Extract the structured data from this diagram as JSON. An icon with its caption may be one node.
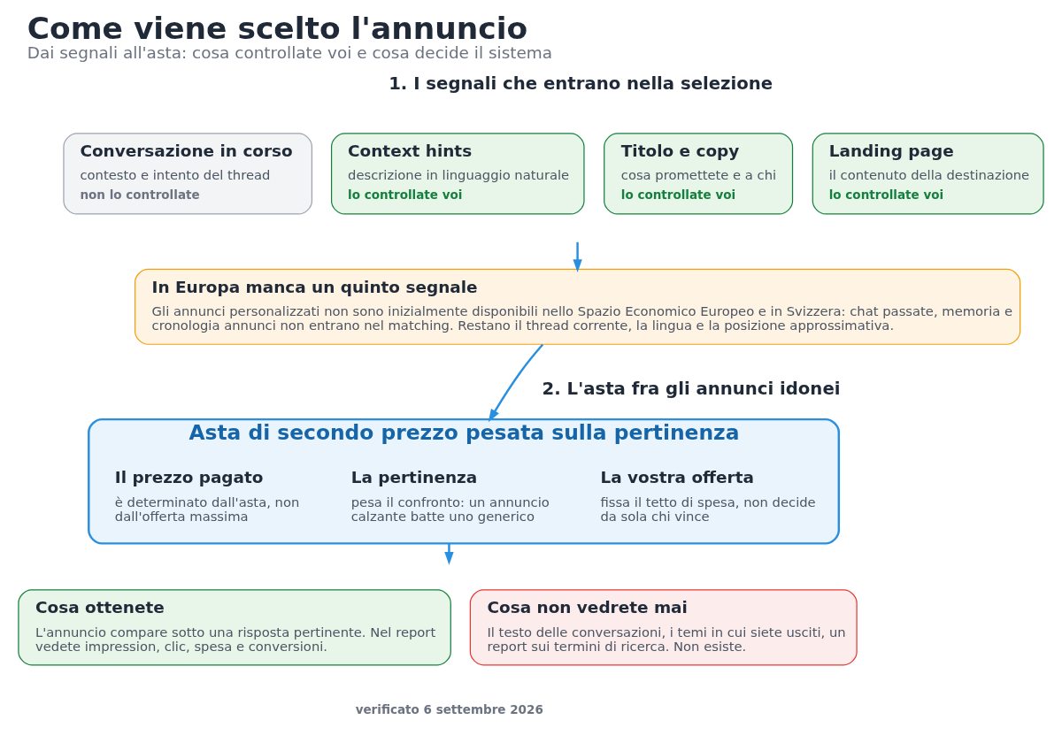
{
  "diagram": {
    "title": "Come viene scelto l'annuncio",
    "caption": "Dai segnali all'asta: cosa controllate voi e cosa decide il sistema",
    "nodes": [
      {
        "text": [
          "Conversazione in corso",
          "contesto e intento del thread",
          "non lo controllate"
        ]
      },
      {
        "text": [
          "Context hints",
          "descrizione in linguaggio naturale",
          "lo controllate voi"
        ]
      },
      {
        "text": [
          "Titolo e copy",
          "cosa promettete e a chi",
          "lo controllate voi"
        ]
      },
      {
        "text": [
          "Landing page",
          "il contenuto della destinazione",
          "lo controllate voi"
        ]
      },
      {
        "text": [
          "In Europa manca un quinto segnale",
          "Gli annunci personalizzati non sono inizialmente disponibili nello Spazio Economico Europeo e in Svizzera: chat passate, memoria e cronologia annunci non entrano nel matching. Restano il thread corrente, la lingua e la posizione approssimativa."
        ]
      },
      {
        "text": [
          "Asta di secondo prezzo pesata sulla pertinenza"
        ]
      },
      {
        "text": [
          "La vostra offerta",
          "fissa il tetto di spesa, non decide da sola chi vince"
        ],
        "in": 5
      },
      {
        "text": [
          "La pertinenza",
          "pesa il confronto: un annuncio calzante batte uno generico"
        ],
        "in": 5
      },
      {
        "text": [
          "Il prezzo pagato",
          "è determinato dall'asta, non dall'offerta massima"
        ],
        "in": 5
      },
      {
        "text": [
          "Cosa ottenete",
          "L'annuncio compare sotto una risposta pertinente. Nel report vedete impression, clic, spesa e conversioni."
        ]
      },
      {
        "text": [
          "Cosa non vedrete mai",
          "Il testo delle conversazioni, i temi in cui siete usciti, un report sui termini di ricerca. Non esiste."
        ]
      }
    ],
    "edges": [
      {
        "from": null,
        "to": 4,
        "arrow": "to"
      },
      {
        "from": 4,
        "to": 5,
        "arrow": "to"
      },
      {
        "from": 5,
        "to": null,
        "arrow": "to"
      }
    ],
    "labels": [
      "1. I segnali che entrano nella selezione",
      "2. L'asta fra gli annunci idonei",
      "verificato 6 settembre 2026"
    ]
  }
}
